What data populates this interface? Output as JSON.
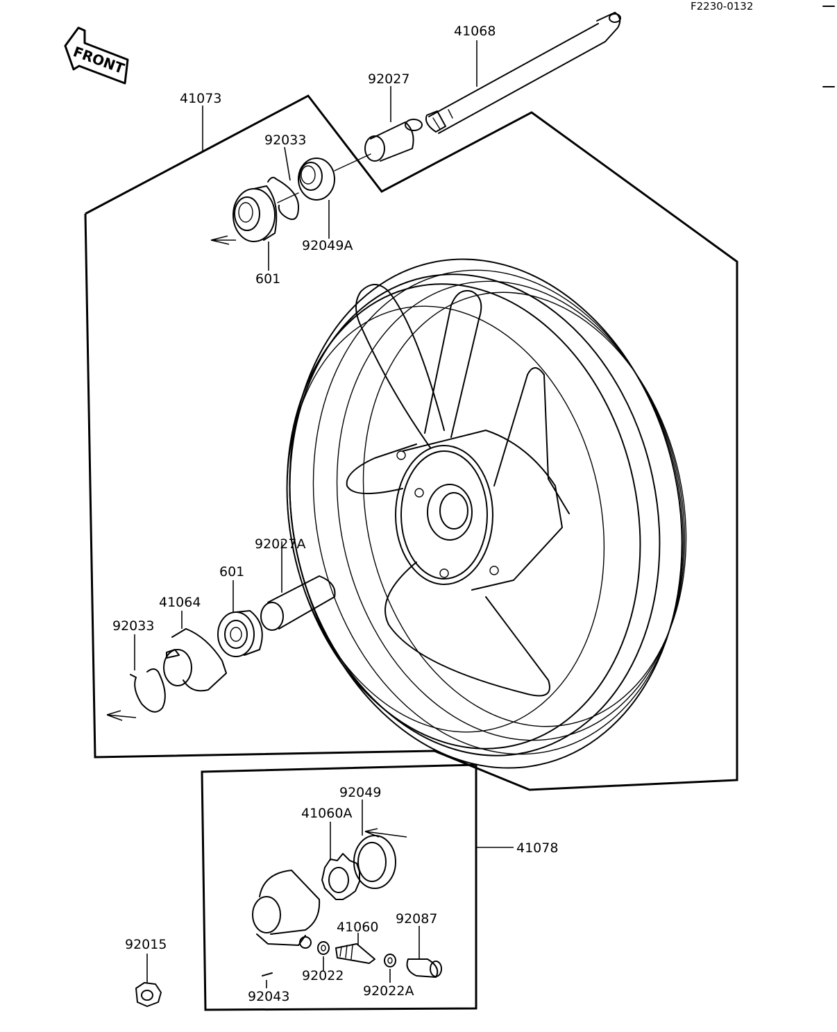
{
  "diagram_code": "F2230-0132",
  "front_arrow_label": "FRONT",
  "labels": {
    "axle": "41068",
    "collar": "92027",
    "wheel_assy": "41073",
    "circlip_top": "92033",
    "oil_seal_top": "92049A",
    "bearing_top": "601",
    "collar_long": "92027A",
    "bearing_left": "601",
    "coupling": "41064",
    "circlip_left": "92033",
    "seal_gear": "92049",
    "drive_gear": "41060A",
    "meter_gear_assy": "41078",
    "pinion": "41060",
    "bushing": "92087",
    "washer": "92022",
    "washer_a": "92022A",
    "pin": "92043",
    "nut": "92015"
  }
}
